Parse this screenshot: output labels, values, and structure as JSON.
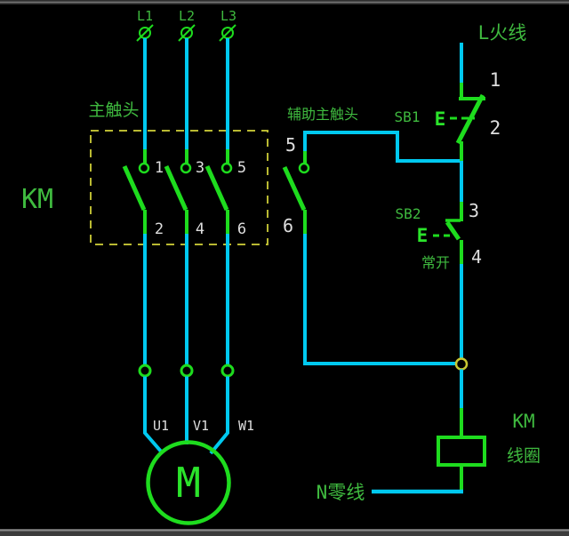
{
  "colors": {
    "wire_cyan": "#00C9F0",
    "wire_green": "#1EDC1E",
    "label_green": "#3FBA3F",
    "bright_green": "#2BE42B",
    "dashed_box_yellow": "#B9B932",
    "junction_yellow": "#C8C832",
    "number_white": "#DEDEDE",
    "background": "#000000"
  },
  "power": {
    "phases": [
      "L1",
      "L2",
      "L3"
    ],
    "live_label": "L火线",
    "neutral_label": "N零线"
  },
  "contactor": {
    "km_label": "KM",
    "main_contacts_label": "主触头",
    "terminals_top": [
      "1",
      "3",
      "5"
    ],
    "terminals_bottom": [
      "2",
      "4",
      "6"
    ]
  },
  "aux_contact": {
    "label": "辅助主触头",
    "terminal_top": "5",
    "terminal_bottom": "6"
  },
  "sb1": {
    "label": "SB1",
    "terminal_top": "1",
    "terminal_bottom": "2"
  },
  "sb2": {
    "label": "SB2",
    "terminal_top": "3",
    "terminal_bottom": "4",
    "note": "常开"
  },
  "coil": {
    "label": "KM",
    "sublabel": "线圈"
  },
  "motor": {
    "symbol": "M",
    "terminals": [
      "U1",
      "V1",
      "W1"
    ]
  }
}
